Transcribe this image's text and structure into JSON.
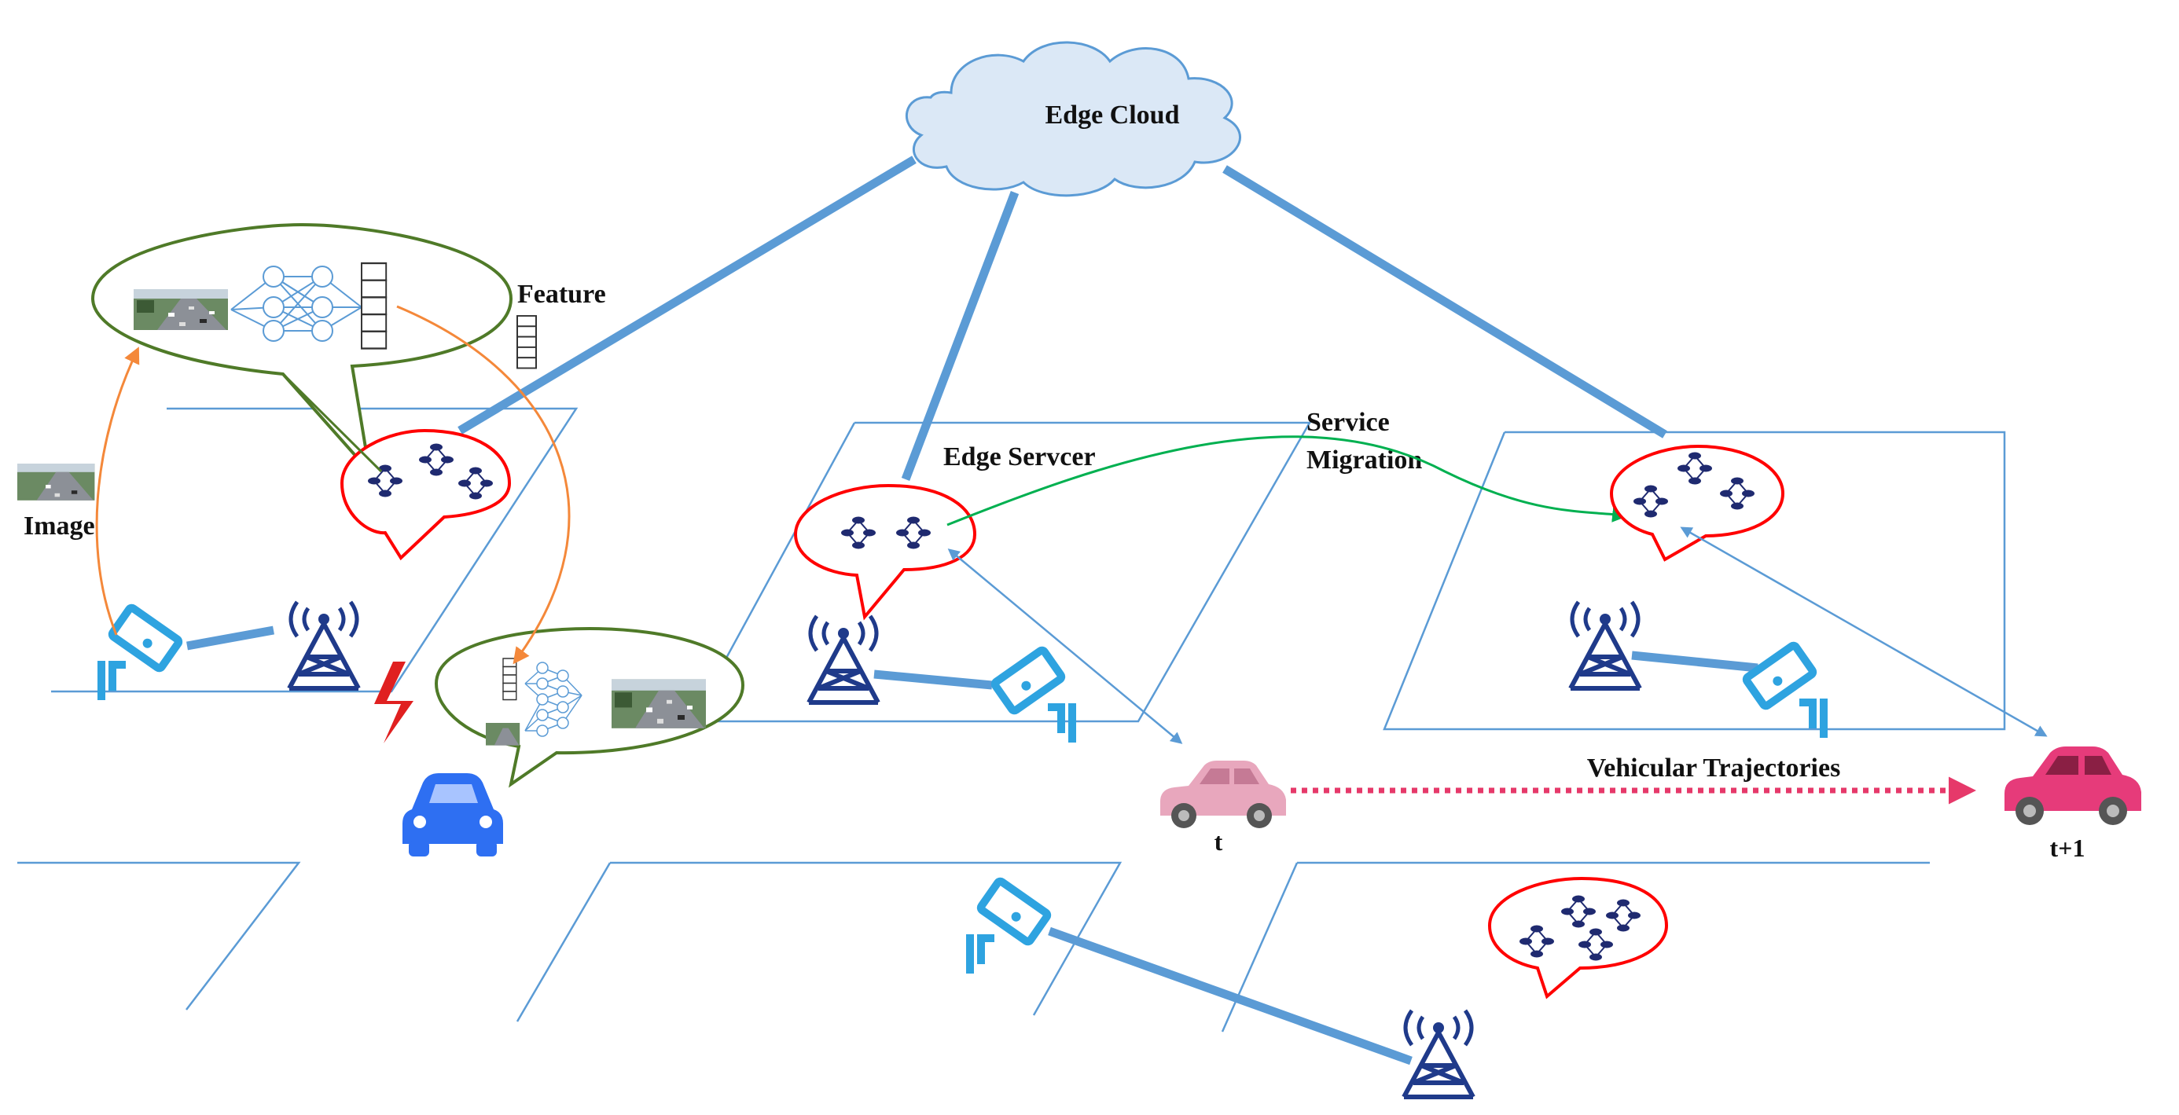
{
  "labels": {
    "edge_cloud": "Edge Cloud",
    "feature": "Feature",
    "image": "Image",
    "edge_server": "Edge Servcer",
    "service_migration_1": "Service",
    "service_migration_2": "Migration",
    "vehicular_trajectories": "Vehicular Trajectories",
    "time_t": "t",
    "time_t1": "t+1"
  },
  "colors": {
    "road": "#5b9bd5",
    "backhaul": "#5b9bd5",
    "cloud_fill": "#dbe8f6",
    "cloud_stroke": "#5b9bd5",
    "server_bubble": "#ff0000",
    "network_bubble": "#4f7a28",
    "network_node": "#5b9bd5",
    "graph_node": "#1f2a70",
    "tower": "#1f3a8a",
    "camera": "#2ea3e0",
    "upload_arrow": "#f4883a",
    "migration_arrow": "#00b050",
    "trajectory": "#e6396a",
    "signal": "#e02020",
    "blue_car": "#2e6ff2",
    "pink_car_t": "#e8a7bd",
    "pink_car_t1": "#e63b7a"
  },
  "icons": [
    "cloud-icon",
    "tower-icon",
    "camera-icon",
    "car-icon",
    "graph-icon",
    "neural-network-icon",
    "lightning-icon",
    "feature-vector-icon",
    "traffic-image-icon"
  ]
}
